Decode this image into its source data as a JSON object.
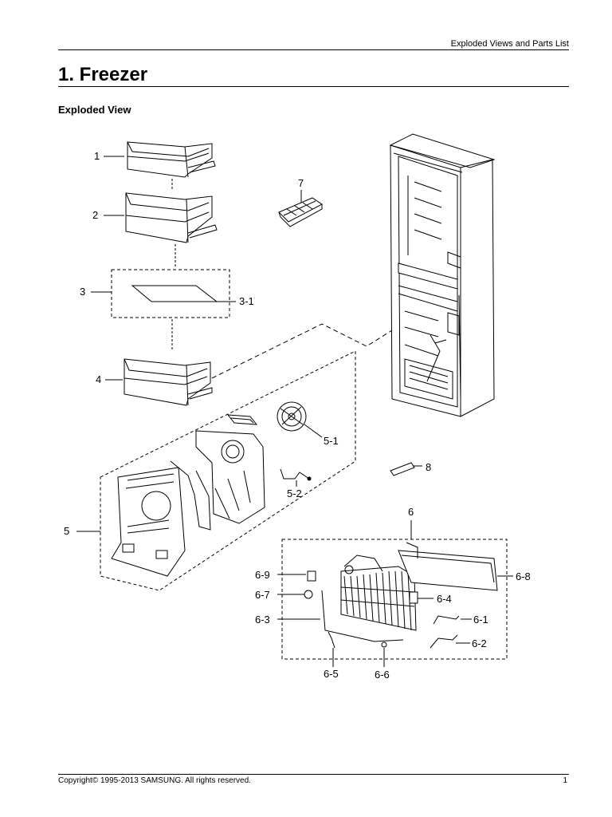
{
  "header": {
    "title": "Exploded Views and Parts List"
  },
  "section": {
    "title": "1.  Freezer",
    "subtitle": "Exploded View"
  },
  "callouts": {
    "c1": "1",
    "c2": "2",
    "c3": "3",
    "c3_1": "3-1",
    "c4": "4",
    "c5": "5",
    "c5_1": "5-1",
    "c5_2": "5-2",
    "c6": "6",
    "c6_1": "6-1",
    "c6_2": "6-2",
    "c6_3": "6-3",
    "c6_4": "6-4",
    "c6_5": "6-5",
    "c6_6": "6-6",
    "c6_7": "6-7",
    "c6_8": "6-8",
    "c6_9": "6-9",
    "c7": "7",
    "c8": "8"
  },
  "footer": {
    "copyright": "Copyright© 1995-2013 SAMSUNG. All rights reserved.",
    "page_number": "1"
  }
}
